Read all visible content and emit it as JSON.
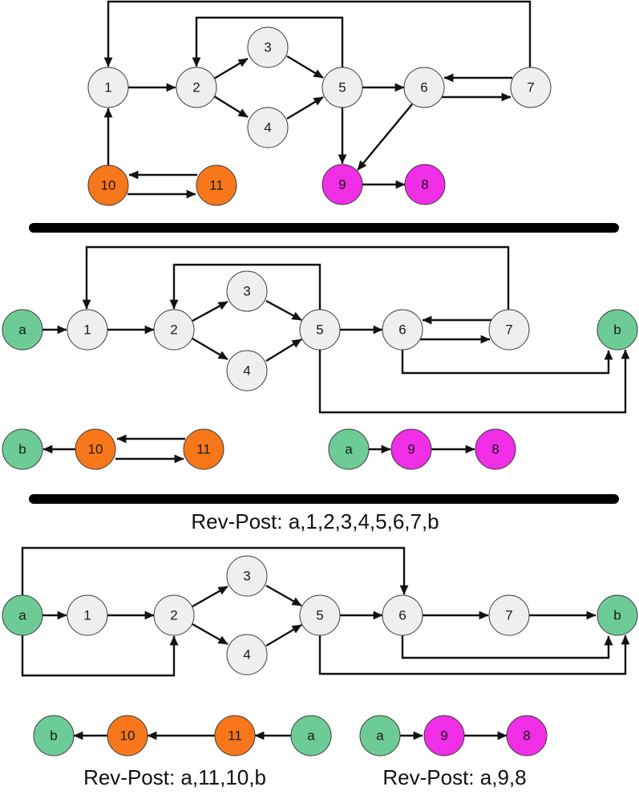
{
  "colors": {
    "default": "#efefef",
    "orange": "#f7771a",
    "magenta": "#ef2ee6",
    "green": "#6dcc96",
    "edge": "#111111",
    "divider": "#000000"
  },
  "captions": {
    "middle": "Rev-Post: a,1,2,3,4,5,6,7,b",
    "bottom_left": "Rev-Post: a,11,10,b",
    "bottom_right": "Rev-Post: a,9,8"
  },
  "panels": [
    {
      "name": "original-graph",
      "nodes": [
        {
          "id": "p1-1",
          "label": "1",
          "color": "default"
        },
        {
          "id": "p1-2",
          "label": "2",
          "color": "default"
        },
        {
          "id": "p1-3",
          "label": "3",
          "color": "default"
        },
        {
          "id": "p1-4",
          "label": "4",
          "color": "default"
        },
        {
          "id": "p1-5",
          "label": "5",
          "color": "default"
        },
        {
          "id": "p1-6",
          "label": "6",
          "color": "default"
        },
        {
          "id": "p1-7",
          "label": "7",
          "color": "default"
        },
        {
          "id": "p1-10",
          "label": "10",
          "color": "orange"
        },
        {
          "id": "p1-11",
          "label": "11",
          "color": "orange"
        },
        {
          "id": "p1-9",
          "label": "9",
          "color": "magenta"
        },
        {
          "id": "p1-8",
          "label": "8",
          "color": "magenta"
        }
      ]
    },
    {
      "name": "augmented-graph",
      "nodes": [
        {
          "id": "p2-a",
          "label": "a",
          "color": "green"
        },
        {
          "id": "p2-1",
          "label": "1",
          "color": "default"
        },
        {
          "id": "p2-2",
          "label": "2",
          "color": "default"
        },
        {
          "id": "p2-3",
          "label": "3",
          "color": "default"
        },
        {
          "id": "p2-4",
          "label": "4",
          "color": "default"
        },
        {
          "id": "p2-5",
          "label": "5",
          "color": "default"
        },
        {
          "id": "p2-6",
          "label": "6",
          "color": "default"
        },
        {
          "id": "p2-7",
          "label": "7",
          "color": "default"
        },
        {
          "id": "p2-b",
          "label": "b",
          "color": "green"
        },
        {
          "id": "p2-b2",
          "label": "b",
          "color": "green"
        },
        {
          "id": "p2-10",
          "label": "10",
          "color": "orange"
        },
        {
          "id": "p2-11",
          "label": "11",
          "color": "orange"
        },
        {
          "id": "p2-a2",
          "label": "a",
          "color": "green"
        },
        {
          "id": "p2-9",
          "label": "9",
          "color": "magenta"
        },
        {
          "id": "p2-8",
          "label": "8",
          "color": "magenta"
        }
      ]
    },
    {
      "name": "dominator-tree",
      "nodes": [
        {
          "id": "p3-a",
          "label": "a",
          "color": "green"
        },
        {
          "id": "p3-1",
          "label": "1",
          "color": "default"
        },
        {
          "id": "p3-2",
          "label": "2",
          "color": "default"
        },
        {
          "id": "p3-3",
          "label": "3",
          "color": "default"
        },
        {
          "id": "p3-4",
          "label": "4",
          "color": "default"
        },
        {
          "id": "p3-5",
          "label": "5",
          "color": "default"
        },
        {
          "id": "p3-6",
          "label": "6",
          "color": "default"
        },
        {
          "id": "p3-7",
          "label": "7",
          "color": "default"
        },
        {
          "id": "p3-b",
          "label": "b",
          "color": "green"
        },
        {
          "id": "p3-b2",
          "label": "b",
          "color": "green"
        },
        {
          "id": "p3-10",
          "label": "10",
          "color": "orange"
        },
        {
          "id": "p3-11",
          "label": "11",
          "color": "orange"
        },
        {
          "id": "p3-a2",
          "label": "a",
          "color": "green"
        },
        {
          "id": "p3-a3",
          "label": "a",
          "color": "green"
        },
        {
          "id": "p3-9",
          "label": "9",
          "color": "magenta"
        },
        {
          "id": "p3-8",
          "label": "8",
          "color": "magenta"
        }
      ]
    }
  ]
}
